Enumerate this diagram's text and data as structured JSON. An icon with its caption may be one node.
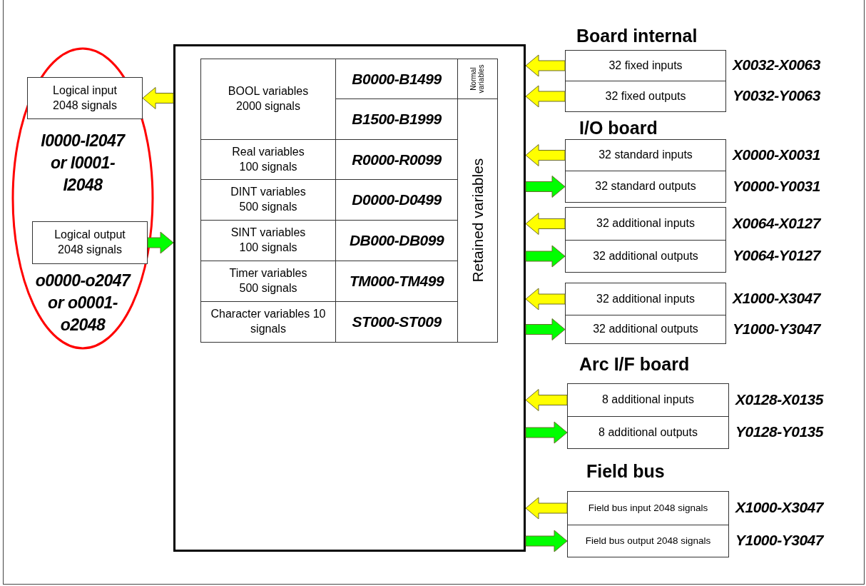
{
  "diagram": {
    "nodes": [
      {
        "text": [
          "Logical input 2048 signals"
        ],
        "beside": [
          "I0000-I2047 or I0001-I2048"
        ]
      },
      {
        "text": [
          "Logical output 2048 signals"
        ],
        "beside": [
          "o0000-o2047 or o0001-o2048"
        ]
      },
      {
        "text": [],
        "shape": "box"
      },
      {
        "text": [
          "BOOL variables 2000 signals"
        ],
        "in": 2
      },
      {
        "text": [
          "B0000-B1499"
        ],
        "in": 2
      },
      {
        "text": [
          "Normal variables"
        ],
        "in": 2
      },
      {
        "text": [
          "B1500-B1999"
        ],
        "in": 2
      },
      {
        "text": [
          "Retained variables"
        ],
        "in": 2
      },
      {
        "text": [
          "Real variables 100 signals"
        ],
        "in": 2
      },
      {
        "text": [
          "R0000-R0099"
        ],
        "in": 2
      },
      {
        "text": [
          "DINT variables 500 signals"
        ],
        "in": 2
      },
      {
        "text": [
          "D0000-D0499"
        ],
        "in": 2
      },
      {
        "text": [
          "SINT variables 100 signals"
        ],
        "in": 2
      },
      {
        "text": [
          "DB000-DB099"
        ],
        "in": 2
      },
      {
        "text": [
          "Timer variables 500 signals"
        ],
        "in": 2
      },
      {
        "text": [
          "TM000-TM499"
        ],
        "in": 2
      },
      {
        "text": [
          "Character variables 10 signals"
        ],
        "in": 2
      },
      {
        "text": [
          "ST000-ST009"
        ],
        "in": 2
      },
      {
        "text": [
          "32 fixed inputs"
        ],
        "beside": [
          "X0032-X0063"
        ]
      },
      {
        "text": [
          "32 fixed outputs"
        ],
        "beside": [
          "Y0032-Y0063"
        ]
      },
      {
        "text": [
          "32 standard inputs"
        ],
        "beside": [
          "X0000-X0031"
        ]
      },
      {
        "text": [
          "32 standard outputs"
        ],
        "beside": [
          "Y0000-Y0031"
        ]
      },
      {
        "text": [
          "32 additional inputs"
        ],
        "beside": [
          "X0064-X0127"
        ]
      },
      {
        "text": [
          "32 additional outputs"
        ],
        "beside": [
          "Y0064-Y0127"
        ]
      },
      {
        "text": [
          "32 additional inputs"
        ],
        "beside": [
          "X1000-X3047"
        ]
      },
      {
        "text": [
          "32 additional outputs"
        ],
        "beside": [
          "Y1000-Y3047"
        ]
      },
      {
        "text": [
          "8 additional inputs"
        ],
        "beside": [
          "X0128-X0135"
        ]
      },
      {
        "text": [
          "8 additional outputs"
        ],
        "beside": [
          "Y0128-Y0135"
        ]
      },
      {
        "text": [
          "Field bus input 2048 signals"
        ],
        "beside": [
          "X1000-X3047"
        ]
      },
      {
        "text": [
          "Field bus output 2048 signals"
        ],
        "beside": [
          "Y1000-Y3047"
        ]
      }
    ],
    "edges": [
      {
        "from": 2,
        "to": 0,
        "arrow": "to"
      },
      {
        "from": 1,
        "to": 2,
        "arrow": "to",
        "color": "#00ff00"
      },
      {
        "from": 18,
        "to": 2,
        "arrow": "to"
      },
      {
        "from": 19,
        "to": 2,
        "arrow": "to"
      },
      {
        "from": 20,
        "to": 2,
        "arrow": "to"
      },
      {
        "from": 2,
        "to": 21,
        "arrow": "to",
        "color": "#00ff00"
      },
      {
        "from": 22,
        "to": 2,
        "arrow": "to"
      },
      {
        "from": 2,
        "to": 23,
        "arrow": "to",
        "color": "#00ff00"
      },
      {
        "from": 24,
        "to": 2,
        "arrow": "to"
      },
      {
        "from": 2,
        "to": 25,
        "arrow": "to",
        "color": "#00ff00"
      },
      {
        "from": 26,
        "to": 2,
        "arrow": "to"
      },
      {
        "from": 2,
        "to": 27,
        "arrow": "to",
        "color": "#00ff00"
      },
      {
        "from": 28,
        "to": 2,
        "arrow": "to"
      },
      {
        "from": 2,
        "to": 29,
        "arrow": "to",
        "color": "#00ff00"
      }
    ],
    "labels": [
      "Board internal",
      "I/O board",
      "Arc I/F board",
      "Field bus"
    ]
  }
}
